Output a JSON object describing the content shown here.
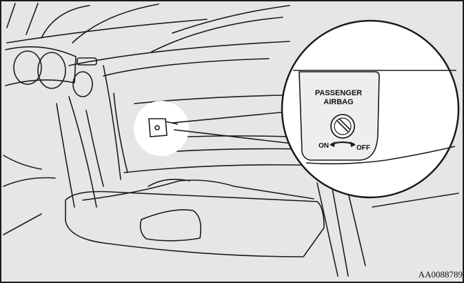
{
  "callout": {
    "label_line1": "PASSENGER",
    "label_line2": "AIRBAG",
    "on_label": "ON",
    "off_label": "OFF"
  },
  "figure_code": "AA0088789",
  "colors": {
    "background": "#e6e6e6",
    "highlight": "#ffffff",
    "line": "#1a1a1a"
  }
}
